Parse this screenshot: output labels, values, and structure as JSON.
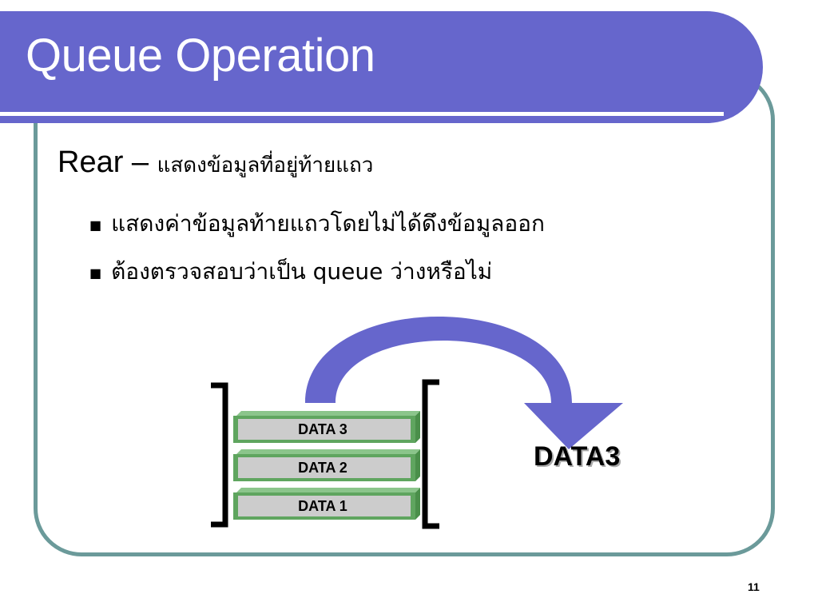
{
  "slide": {
    "title": "Queue Operation",
    "heading_en": "Rear – ",
    "heading_th": "แสดงข้อมูลที่อยู่ท้ายแถว",
    "bullets": [
      "แสดงค่าข้อมูลท้ายแถวโดยไม่ได้ดึงข้อมูลออก",
      "ต้องตรวจสอบว่าเป็น queue ว่างหรือไม่"
    ],
    "bullet_marker": "■",
    "page_number": "11"
  },
  "diagram": {
    "stack_items": [
      "DATA 3",
      "DATA 2",
      "DATA 1"
    ],
    "output_label": "DATA3"
  },
  "colors": {
    "title_bar": "#6666cc",
    "frame_border": "#6b9a9a",
    "arrow": "#6666cc",
    "box_face": "#cccccc",
    "box_border": "#5fa55f"
  }
}
